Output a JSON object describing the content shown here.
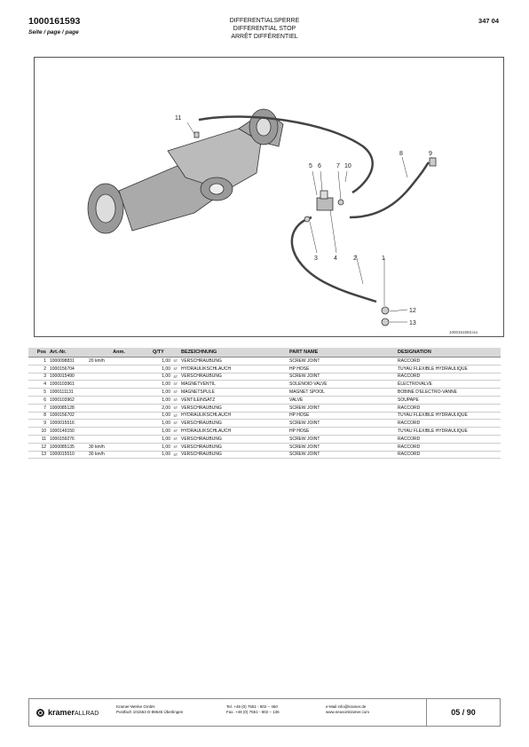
{
  "header": {
    "doc_no": "1000161593",
    "seite": "Seite / page / page",
    "title_de": "DIFFERENTIALSPERRE",
    "title_en": "DIFFERENTIAL STOP",
    "title_fr": "ARRÊT DIFFÉRENTIEL",
    "code": "347 04"
  },
  "diagram": {
    "callouts": [
      "1",
      "2",
      "3",
      "4",
      "5",
      "6",
      "7",
      "8",
      "9",
      "10",
      "11",
      "12",
      "13"
    ],
    "image_id": "1000161593.iso"
  },
  "table": {
    "headers": {
      "pos": "Pos",
      "art": "Art.-Nr.",
      "anm": "Anm.",
      "qty": "Q/TY",
      "bez": "BEZEICHNUNG",
      "part": "PART NAME",
      "des": "DESIGNATION"
    },
    "unit": "ST",
    "rows": [
      {
        "pos": "1",
        "art": "1000098831",
        "anm": "20 km/h",
        "qty": "1,00",
        "bez": "VERSCHRAUBUNG",
        "part": "SCREW JOINT",
        "des": "RACCORD"
      },
      {
        "pos": "2",
        "art": "1000156704",
        "anm": "",
        "qty": "1,00",
        "bez": "HYDRAULIKSCHLAUCH",
        "part": "HP HOSE",
        "des": "TUYAU FLEXIBLE HYDRAULIQUE"
      },
      {
        "pos": "3",
        "art": "1000015490",
        "anm": "",
        "qty": "1,00",
        "bez": "VERSCHRAUBUNG",
        "part": "SCREW JOINT",
        "des": "RACCORD"
      },
      {
        "pos": "4",
        "art": "1000103961",
        "anm": "",
        "qty": "1,00",
        "bez": "MAGNETVENTIL",
        "part": "SOLENOID VALVE",
        "des": "ÉLECTROVALVE"
      },
      {
        "pos": "5",
        "art": "1000111131",
        "anm": "",
        "qty": "1,00",
        "bez": "MAGNETSPULE",
        "part": "MAGNET SPOOL",
        "des": "BOBINE D'ELECTRO-VANNE"
      },
      {
        "pos": "6",
        "art": "1000103962",
        "anm": "",
        "qty": "1,00",
        "bez": "VENTILEINSATZ",
        "part": "VALVE",
        "des": "SOUPAPE"
      },
      {
        "pos": "7",
        "art": "1000085128",
        "anm": "",
        "qty": "2,00",
        "bez": "VERSCHRAUBUNG",
        "part": "SCREW JOINT",
        "des": "RACCORD"
      },
      {
        "pos": "8",
        "art": "1000156702",
        "anm": "",
        "qty": "1,00",
        "bez": "HYDRAULIKSCHLAUCH",
        "part": "HP HOSE",
        "des": "TUYAU FLEXIBLE HYDRAULIQUE"
      },
      {
        "pos": "9",
        "art": "1000015516",
        "anm": "",
        "qty": "1,00",
        "bez": "VERSCHRAUBUNG",
        "part": "SCREW JOINT",
        "des": "RACCORD"
      },
      {
        "pos": "10",
        "art": "1000149150",
        "anm": "",
        "qty": "1,00",
        "bez": "HYDRAULIKSCHLAUCH",
        "part": "HP HOSE",
        "des": "TUYAU FLEXIBLE HYDRAULIQUE"
      },
      {
        "pos": "11",
        "art": "1000159276",
        "anm": "",
        "qty": "1,00",
        "bez": "VERSCHRAUBUNG",
        "part": "SCREW JOINT",
        "des": "RACCORD"
      },
      {
        "pos": "12",
        "art": "1000085135",
        "anm": "30 km/h",
        "qty": "1,00",
        "bez": "VERSCHRAUBUNG",
        "part": "SCREW JOINT",
        "des": "RACCORD"
      },
      {
        "pos": "13",
        "art": "1000015510",
        "anm": "30 km/h",
        "qty": "1,00",
        "bez": "VERSCHRAUBUNG",
        "part": "SCREW JOINT",
        "des": "RACCORD"
      }
    ]
  },
  "footer": {
    "brand": "kramer",
    "brand_suffix": "ALLRAD",
    "company_line1": "Kramer-Werke GmbH",
    "company_line2": "Postfach 101563 D-88645 Überlingen",
    "tel": "Tel. +49 (0) 7551 - 802 – 450",
    "fax": "Fax. +49 (0) 7551 - 802 – 136",
    "email": "e-Mail info@kramer.de",
    "web": "www.neusonkramer.com",
    "page": "05 / 90"
  }
}
